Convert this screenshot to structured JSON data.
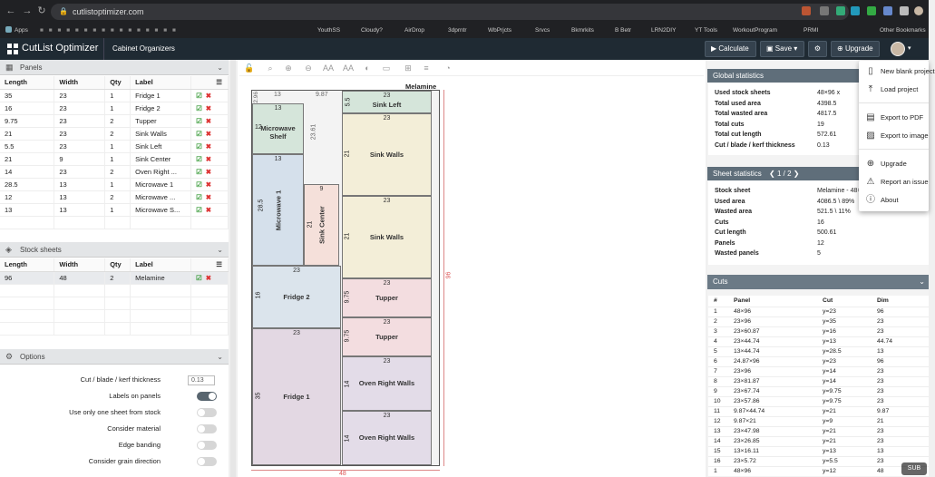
{
  "browser": {
    "url": "cutlistoptimizer.com",
    "bookmarks": [
      "Apps",
      "YouthSS",
      "Cloudy?",
      "AirDrop",
      "3dprntr",
      "WbPrjcts",
      "Srvcs",
      "Bkmrkits",
      "B Betr",
      "LRN2DIY",
      "YT Tools",
      "WorkoutProgram",
      "PRMI",
      "Other Bookmarks"
    ]
  },
  "header": {
    "app_title": "CutList Optimizer",
    "project_name": "Cabinet Organizers",
    "calculate_label": "Calculate",
    "save_label": "Save",
    "upgrade_label": "Upgrade"
  },
  "panels": {
    "title": "Panels",
    "columns": [
      "Length",
      "Width",
      "Qty",
      "Label"
    ],
    "rows": [
      [
        "35",
        "23",
        "1",
        "Fridge 1"
      ],
      [
        "16",
        "23",
        "1",
        "Fridge 2"
      ],
      [
        "9.75",
        "23",
        "2",
        "Tupper"
      ],
      [
        "21",
        "23",
        "2",
        "Sink Walls"
      ],
      [
        "5.5",
        "23",
        "1",
        "Sink Left"
      ],
      [
        "21",
        "9",
        "1",
        "Sink Center"
      ],
      [
        "14",
        "23",
        "2",
        "Oven Right ..."
      ],
      [
        "28.5",
        "13",
        "1",
        "Microwave 1"
      ],
      [
        "12",
        "13",
        "2",
        "Microwave ..."
      ],
      [
        "13",
        "13",
        "1",
        "Microwave S..."
      ]
    ]
  },
  "stock": {
    "title": "Stock sheets",
    "columns": [
      "Length",
      "Width",
      "Qty",
      "Label"
    ],
    "rows": [
      [
        "96",
        "48",
        "2",
        "Melamine"
      ]
    ]
  },
  "options": {
    "title": "Options",
    "kerf_label": "Cut / blade / kerf thickness",
    "kerf_value": "0.13",
    "labels_on_panels": "Labels on panels",
    "one_sheet": "Use only one sheet from stock",
    "consider_material": "Consider material",
    "edge_banding": "Edge banding",
    "grain_direction": "Consider grain direction"
  },
  "sheet": {
    "label": "Melamine",
    "width": "48",
    "length": "96",
    "panels": [
      {
        "name": "Microwave Shelf",
        "w": "13",
        "h": "12"
      },
      {
        "name": "Microwave 1",
        "w": "13",
        "h": "28.5"
      },
      {
        "name": "Sink Center",
        "w": "9",
        "h": "21"
      },
      {
        "name": "Fridge 2",
        "w": "23",
        "h": "16"
      },
      {
        "name": "Fridge 1",
        "w": "23",
        "h": "35"
      },
      {
        "name": "Sink Left",
        "w": "23",
        "h": "5.5"
      },
      {
        "name": "Sink Walls",
        "w": "23",
        "h": "21"
      },
      {
        "name": "Sink Walls",
        "w": "23",
        "h": "21"
      },
      {
        "name": "Tupper",
        "w": "23",
        "h": "9.75"
      },
      {
        "name": "Tupper",
        "w": "23",
        "h": "9.75"
      },
      {
        "name": "Oven Right Walls",
        "w": "23",
        "h": "14"
      },
      {
        "name": "Oven Right Walls",
        "w": "23",
        "h": "14"
      }
    ],
    "extra_labels": {
      "top_13": "13",
      "top_987": "9.87",
      "v_2361": "23.61",
      "v_296": "2.96"
    }
  },
  "global_stats": {
    "title": "Global statistics",
    "rows": [
      [
        "Used stock sheets",
        "48×96 x"
      ],
      [
        "Total used area",
        "4398.5"
      ],
      [
        "Total wasted area",
        "4817.5"
      ],
      [
        "Total cuts",
        "19"
      ],
      [
        "Total cut length",
        "572.61"
      ],
      [
        "Cut / blade / kerf thickness",
        "0.13"
      ]
    ]
  },
  "sheet_stats": {
    "title": "Sheet statistics",
    "pager": "1 / 2",
    "rows": [
      [
        "Stock sheet",
        "Melamine - 48×9"
      ],
      [
        "Used area",
        "4086.5 \\ 89%"
      ],
      [
        "Wasted area",
        "521.5 \\ 11%"
      ],
      [
        "Cuts",
        "16"
      ],
      [
        "Cut length",
        "500.61"
      ],
      [
        "Panels",
        "12"
      ],
      [
        "Wasted panels",
        "5"
      ]
    ]
  },
  "cuts": {
    "title": "Cuts",
    "columns": [
      "#",
      "Panel",
      "Cut",
      "Dim"
    ],
    "rows": [
      [
        "1",
        "48×96",
        "y=23",
        "96"
      ],
      [
        "2",
        "23×96",
        "y=35",
        "23"
      ],
      [
        "3",
        "23×60.87",
        "y=16",
        "23"
      ],
      [
        "4",
        "23×44.74",
        "y=13",
        "44.74"
      ],
      [
        "5",
        "13×44.74",
        "y=28.5",
        "13"
      ],
      [
        "6",
        "24.87×96",
        "y=23",
        "96"
      ],
      [
        "7",
        "23×96",
        "y=14",
        "23"
      ],
      [
        "8",
        "23×81.87",
        "y=14",
        "23"
      ],
      [
        "9",
        "23×67.74",
        "y=9.75",
        "23"
      ],
      [
        "10",
        "23×57.86",
        "y=9.75",
        "23"
      ],
      [
        "11",
        "9.87×44.74",
        "y=21",
        "9.87"
      ],
      [
        "12",
        "9.87×21",
        "y=9",
        "21"
      ],
      [
        "13",
        "23×47.98",
        "y=21",
        "23"
      ],
      [
        "14",
        "23×26.85",
        "y=21",
        "23"
      ],
      [
        "15",
        "13×16.11",
        "y=13",
        "13"
      ],
      [
        "16",
        "23×5.72",
        "y=5.5",
        "23"
      ],
      [
        "1",
        "48×96",
        "y=12",
        "48"
      ]
    ]
  },
  "menu": {
    "items": [
      "New blank project",
      "Load project",
      "Export to PDF",
      "Export to image",
      "Upgrade",
      "Report an issue",
      "About"
    ]
  },
  "watermark": "SUB"
}
